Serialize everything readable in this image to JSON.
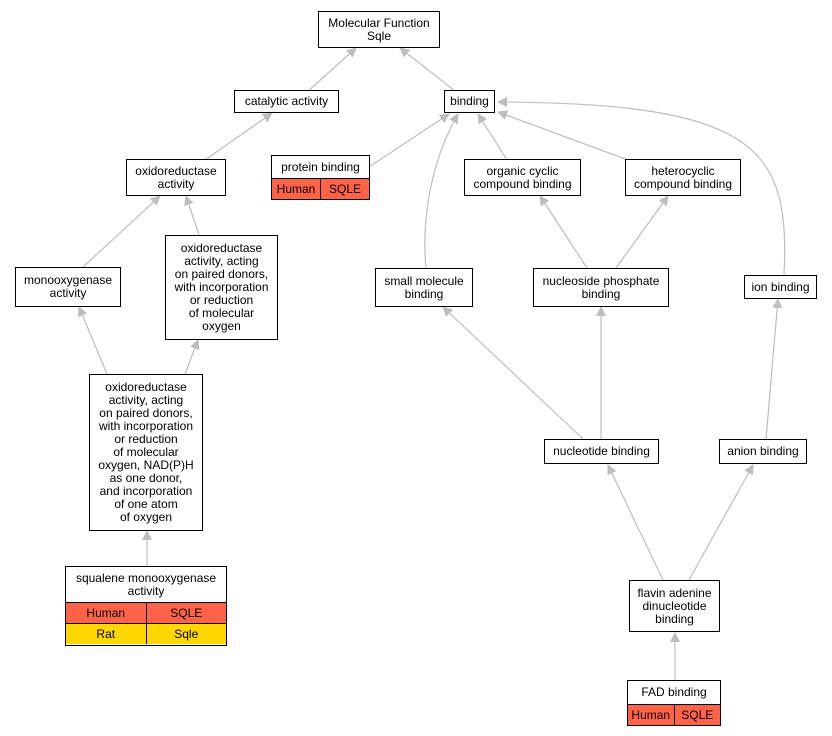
{
  "colors": {
    "edge": "#bdbdbd",
    "human": "#ff6347",
    "rat": "#ffd700"
  },
  "nodes": {
    "root": "Molecular Function\nSqle",
    "catalytic": "catalytic activity",
    "binding": "binding",
    "oxidoreductase": "oxidoreductase\nactivity",
    "protein_binding": "protein binding",
    "organic_cyclic": "organic cyclic\ncompound binding",
    "heterocyclic": "heterocyclic\ncompound binding",
    "monooxygenase": "monooxygenase\nactivity",
    "oxidoreductase_paired": "oxidoreductase\nactivity, acting\non paired donors,\nwith incorporation\nor reduction\nof molecular\noxygen",
    "small_molecule": "small molecule\nbinding",
    "nucleoside_phosphate": "nucleoside phosphate\nbinding",
    "ion_binding": "ion binding",
    "oxidoreductase_nadph": "oxidoreductase\nactivity, acting\non paired donors,\nwith incorporation\nor reduction\nof molecular\noxygen, NAD(P)H\nas one donor,\nand incorporation\nof one atom\nof oxygen",
    "nucleotide_binding": "nucleotide binding",
    "anion_binding": "anion binding",
    "squalene": "squalene monooxygenase\nactivity",
    "flavin": "flavin adenine\ndinucleotide\nbinding",
    "fad": "FAD binding"
  },
  "annotations": {
    "protein_binding": [
      [
        "Human",
        "SQLE"
      ]
    ],
    "squalene": [
      [
        "Human",
        "SQLE"
      ],
      [
        "Rat",
        "Sqle"
      ]
    ],
    "fad": [
      [
        "Human",
        "SQLE"
      ]
    ]
  }
}
